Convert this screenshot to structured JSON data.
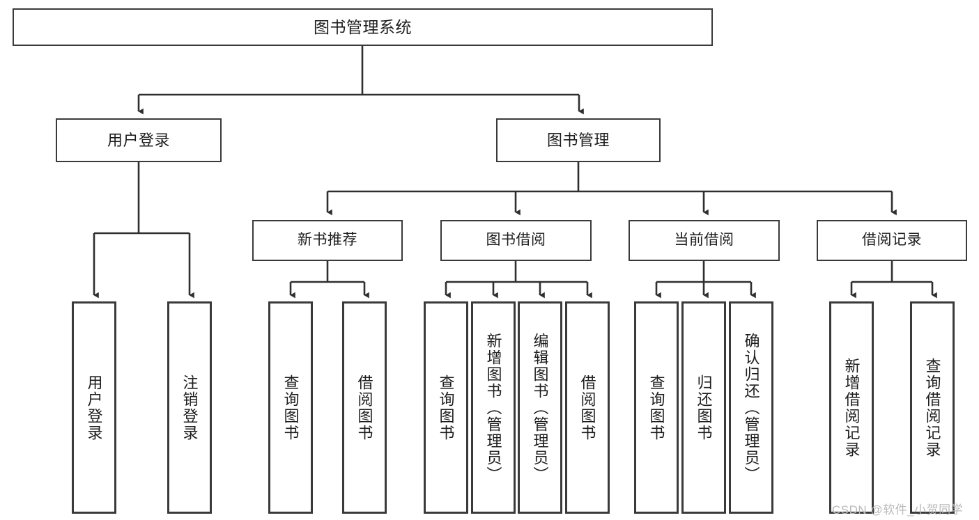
{
  "diagram": {
    "type": "tree",
    "title": "图书管理系统",
    "stroke_color": "#3a3a3a",
    "fill_color": "#ffffff",
    "text_color": "#1d1d1d",
    "root": {
      "label": "图书管理系统"
    },
    "level1": [
      {
        "label": "用户登录"
      },
      {
        "label": "图书管理"
      }
    ],
    "level2": [
      {
        "label": "新书推荐"
      },
      {
        "label": "图书借阅"
      },
      {
        "label": "当前借阅"
      },
      {
        "label": "借阅记录"
      }
    ],
    "leaves": {
      "user_login": [
        {
          "label": "用户登录"
        },
        {
          "label": "注销登录"
        }
      ],
      "new_book_recommend": [
        {
          "label": "查询图书"
        },
        {
          "label": "借阅图书"
        }
      ],
      "book_borrow": [
        {
          "label": "查询图书"
        },
        {
          "label": "新增图书（管理员）"
        },
        {
          "label": "编辑图书（管理员）"
        },
        {
          "label": "借阅图书"
        }
      ],
      "current_borrow": [
        {
          "label": "查询图书"
        },
        {
          "label": "归还图书"
        },
        {
          "label": "确认归还（管理员）"
        }
      ],
      "borrow_record": [
        {
          "label": "新增借阅记录"
        },
        {
          "label": "查询借阅记录"
        }
      ]
    }
  },
  "watermark": {
    "text": "CSDN @软件_小贺同学",
    "color": "#b9b9b9"
  }
}
